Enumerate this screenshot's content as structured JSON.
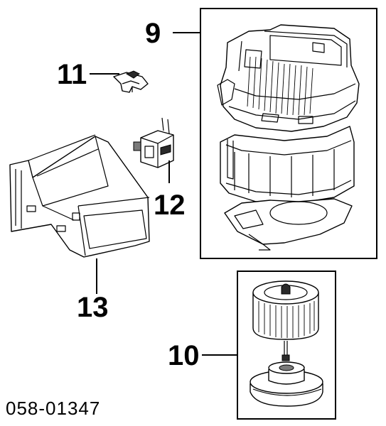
{
  "diagram": {
    "document_code": "058-01347",
    "callouts": {
      "blower_case": "9",
      "blower_motor": "10",
      "clip": "11",
      "resistor": "12",
      "duct": "13"
    }
  }
}
